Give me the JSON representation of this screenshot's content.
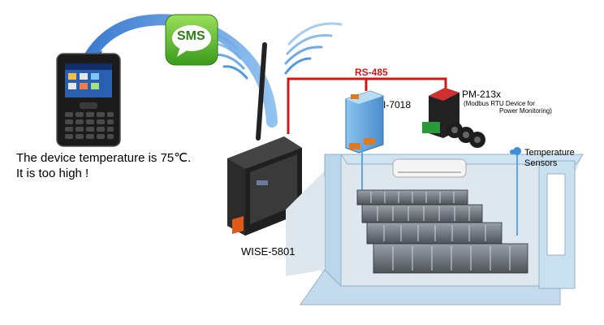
{
  "sms_badge": "SMS",
  "message_line1": "The device temperature is 75℃.",
  "message_line2": "It is too high !",
  "gateway_label": "WISE-5801",
  "bus_label": "RS-485",
  "io_module_label": "I-7018",
  "power_meter": {
    "name": "PM-213x",
    "note_line1": "(Modbus RTU Device for",
    "note_line2": "Power Monitoring)"
  },
  "sensor_label_line1": "Temperature",
  "sensor_label_line2": "Sensors",
  "colors": {
    "bus_line": "#d01818",
    "sms_green": "#5cb82a",
    "signal_blue": "#1f6fd1",
    "room_wall": "#b9d6ea"
  }
}
